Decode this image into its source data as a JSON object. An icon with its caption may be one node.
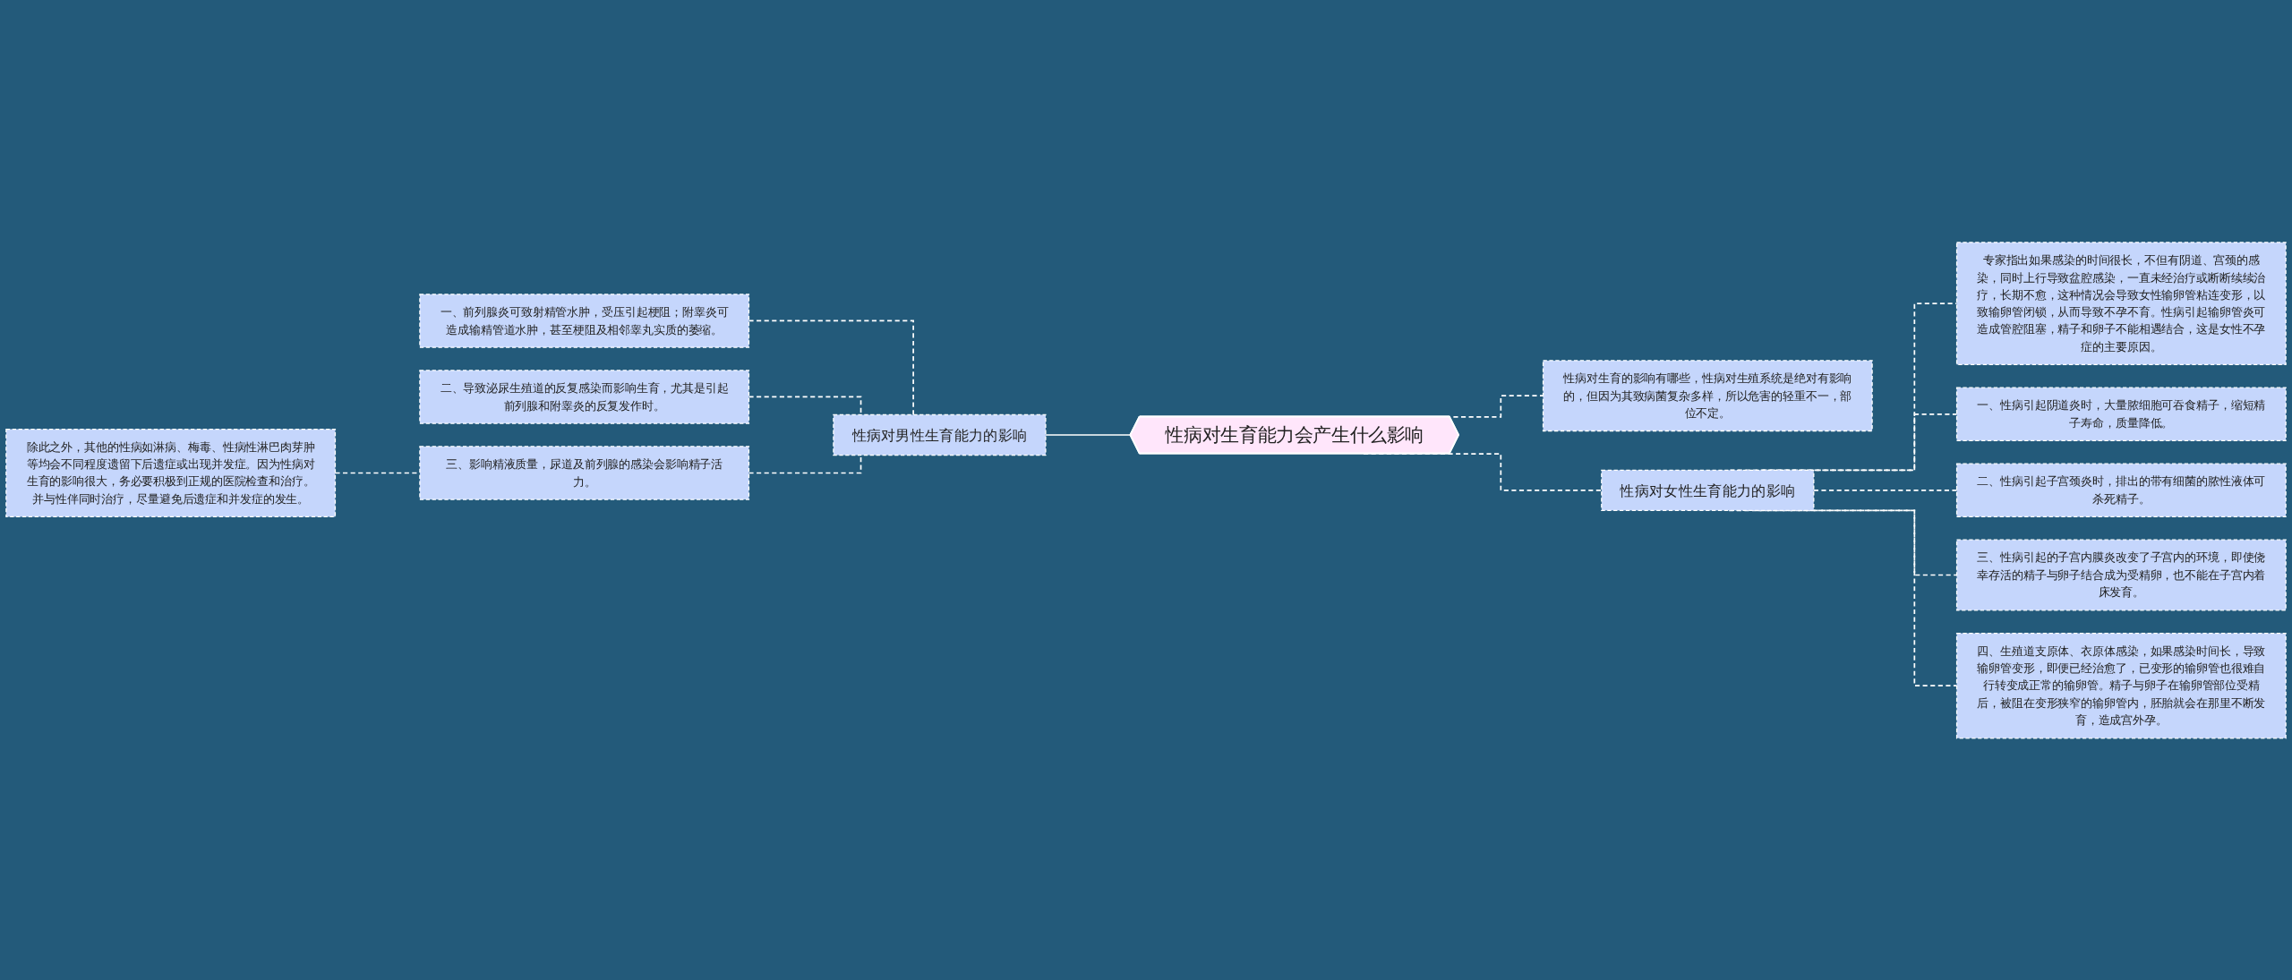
{
  "diagram": {
    "nodes": [
      {
        "text": [
          "性病对生育能力会产生什么影响"
        ]
      },
      {
        "text": [
          "性病对男性生育能力的影响"
        ]
      },
      {
        "text": [
          "一、前列腺炎可致射精管水肿，受压引起梗阻；附睾炎可造成输精管道水肿，甚至梗阻及相邻睾丸实质的萎缩。"
        ]
      },
      {
        "text": [
          "二、导致泌尿生殖道的反复感染而影响生育，尤其是引起前列腺和附睾炎的反复发作时。"
        ]
      },
      {
        "text": [
          "三、影响精液质量，尿道及前列腺的感染会影响精子活力。"
        ]
      },
      {
        "text": [
          "除此之外，其他的性病如淋病、梅毒、性病性淋巴肉芽肿等均会不同程度遗留下后遗症或出现并发症。因为性病对生育的影响很大，务必要积极到正规的医院检查和治疗。并与性伴同时治疗，尽量避免后遗症和并发症的发生。"
        ]
      },
      {
        "text": [
          "性病对生育的影响有哪些，性病对生殖系统是绝对有影响的，但因为其致病菌复杂多样，所以危害的轻重不一，部位不定。"
        ]
      },
      {
        "text": [
          "性病对女性生育能力的影响"
        ]
      },
      {
        "text": [
          "专家指出如果感染的时间很长，不但有阴道、宫颈的感染，同时上行导致盆腔感染，一直未经治疗或断断续续治疗，长期不愈，这种情况会导致女性输卵管粘连变形，以致输卵管闭锁，从而导致不孕不育。性病引起输卵管炎可造成管腔阻塞，精子和卵子不能相遇结合，这是女性不孕症的主要原因。"
        ]
      },
      {
        "text": [
          "一、性病引起阴道炎时，大量脓细胞可吞食精子，缩短精子寿命，质量降低。"
        ]
      },
      {
        "text": [
          "二、性病引起子宫颈炎时，排出的带有细菌的脓性液体可杀死精子。"
        ]
      },
      {
        "text": [
          "三、性病引起的子宫内膜炎改变了子宫内的环境，即使侥幸存活的精子与卵子结合成为受精卵，也不能在子宫内着床发育。"
        ]
      },
      {
        "text": [
          "四、生殖道支原体、衣原体感染，如果感染时间长，导致输卵管变形，即便已经治愈了，已变形的输卵管也很难自行转变成正常的输卵管。精子与卵子在输卵管部位受精后，被阻在变形狭窄的输卵管内，胚胎就会在那里不断发育，造成宫外孕。"
        ]
      }
    ],
    "edges": [
      {
        "from": 0,
        "to": 1,
        "arrow": "none"
      },
      {
        "from": 1,
        "to": 2,
        "arrow": "none",
        "style": "dashed"
      },
      {
        "from": 1,
        "to": 3,
        "arrow": "none",
        "style": "dashed"
      },
      {
        "from": 1,
        "to": 4,
        "arrow": "none",
        "style": "dashed"
      },
      {
        "from": 4,
        "to": 5,
        "arrow": "none",
        "style": "dashed"
      },
      {
        "from": 0,
        "to": 6,
        "arrow": "none",
        "style": "dashed"
      },
      {
        "from": 0,
        "to": 7,
        "arrow": "none",
        "style": "dashed"
      },
      {
        "from": 7,
        "to": 8,
        "arrow": "none",
        "style": "dashed"
      },
      {
        "from": 7,
        "to": 9,
        "arrow": "none",
        "style": "dashed"
      },
      {
        "from": 7,
        "to": 10,
        "arrow": "none",
        "style": "dashed"
      },
      {
        "from": 7,
        "to": 11,
        "arrow": "none",
        "style": "dashed"
      },
      {
        "from": 7,
        "to": 12,
        "arrow": "none",
        "style": "dashed"
      }
    ]
  }
}
